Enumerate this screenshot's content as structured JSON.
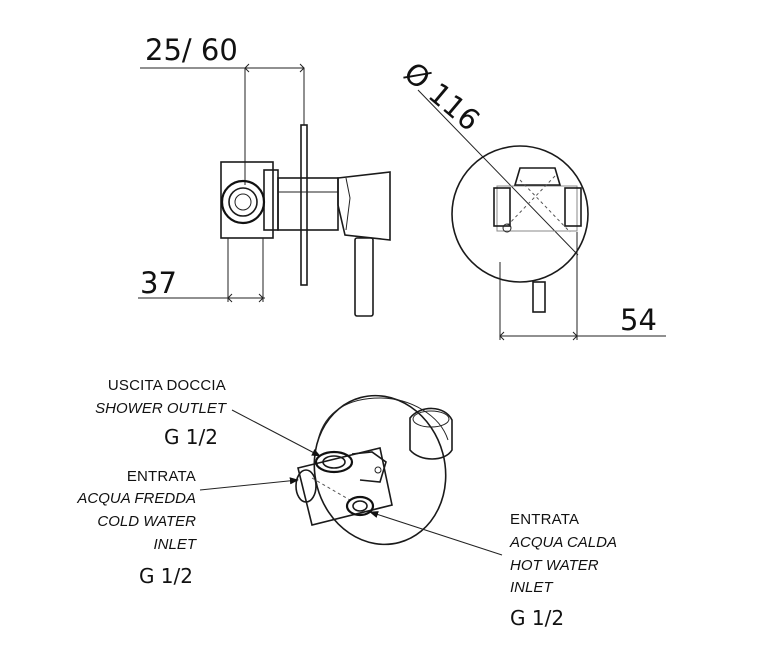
{
  "dimensions": {
    "depth_range": "25/ 60",
    "diameter": "Ø 116",
    "offset_left": "37",
    "offset_right": "54"
  },
  "callouts": {
    "shower_outlet": {
      "line1": "USCITA DOCCIA",
      "line2": "SHOWER OUTLET",
      "size": "G 1/2"
    },
    "cold_inlet": {
      "line1": "ENTRATA",
      "line2": "ACQUA FREDDA",
      "line3": "COLD WATER",
      "line4": "INLET",
      "size": "G 1/2"
    },
    "hot_inlet": {
      "line1": "ENTRATA",
      "line2": "ACQUA CALDA",
      "line3": "HOT WATER",
      "line4": "INLET",
      "size": "G 1/2"
    }
  }
}
